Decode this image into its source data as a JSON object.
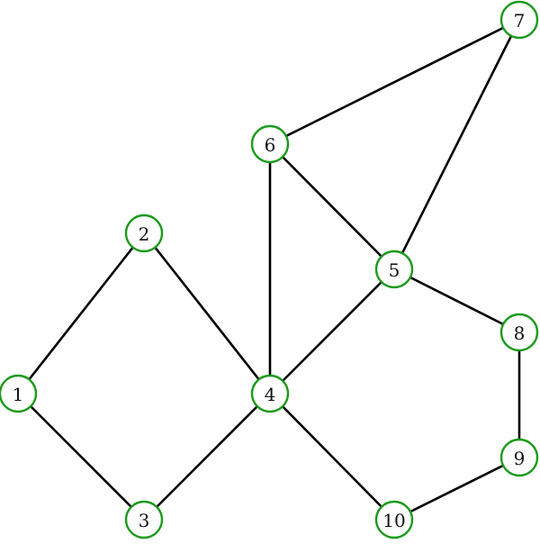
{
  "graph": {
    "node_color": "#1c9a1c",
    "edge_color": "#000000",
    "nodes": [
      {
        "id": "1",
        "label": "1"
      },
      {
        "id": "2",
        "label": "2"
      },
      {
        "id": "3",
        "label": "3"
      },
      {
        "id": "4",
        "label": "4"
      },
      {
        "id": "5",
        "label": "5"
      },
      {
        "id": "6",
        "label": "6"
      },
      {
        "id": "7",
        "label": "7"
      },
      {
        "id": "8",
        "label": "8"
      },
      {
        "id": "9",
        "label": "9"
      },
      {
        "id": "10",
        "label": "10"
      }
    ],
    "edges": [
      [
        "1",
        "2"
      ],
      [
        "1",
        "3"
      ],
      [
        "2",
        "4"
      ],
      [
        "3",
        "4"
      ],
      [
        "4",
        "6"
      ],
      [
        "4",
        "5"
      ],
      [
        "4",
        "10"
      ],
      [
        "6",
        "5"
      ],
      [
        "6",
        "7"
      ],
      [
        "7",
        "5"
      ],
      [
        "5",
        "8"
      ],
      [
        "8",
        "9"
      ],
      [
        "9",
        "10"
      ]
    ]
  }
}
